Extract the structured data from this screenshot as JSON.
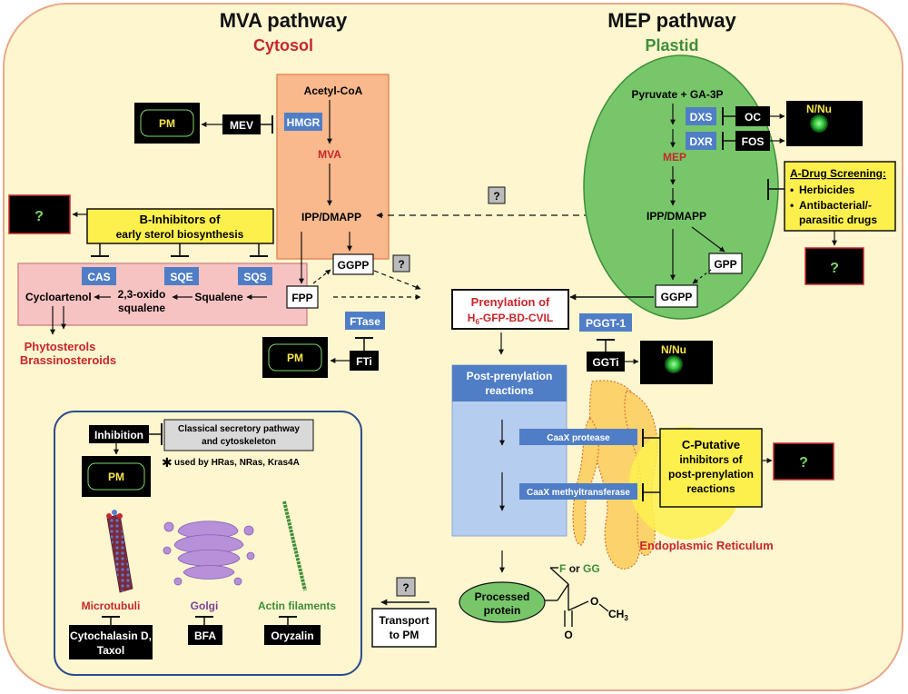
{
  "colors": {
    "cell": "#fdf6cf",
    "cytosol_box": "#f9b98c",
    "plastid": "#77c76a",
    "sterol_box": "#f7c2c2",
    "enzyme": "#4f7ec6",
    "callout": "#fdf04d",
    "red_text": "#c8262b",
    "green_text": "#3e8e3a",
    "purple_text": "#7a3f9a"
  },
  "headers": {
    "mva": "MVA pathway",
    "cytosol": "Cytosol",
    "mep": "MEP pathway",
    "plastid": "Plastid"
  },
  "mva": {
    "acetyl_coa": "Acetyl-CoA",
    "hmgr": "HMGR",
    "mva": "MVA",
    "ipp_dmapp": "IPP/DMAPP",
    "mev": "MEV",
    "pm": "PM"
  },
  "sterol": {
    "unknown": "?",
    "inhibitors_title_1": "B-Inhibitors of",
    "inhibitors_title_2": "early sterol biosynthesis",
    "cas": "CAS",
    "sqe": "SQE",
    "sqs": "SQS",
    "cycloartenol": "Cycloartenol",
    "oxido_1": "2,3-oxido",
    "oxido_2": "squalene",
    "squalene": "Squalene",
    "phytosterols": "Phytosterols",
    "brassinosteroids": "Brassinosteroids"
  },
  "prenyl": {
    "ggpp": "GGPP",
    "fpp": "FPP",
    "q_small": "?",
    "q_center": "?",
    "ftase": "FTase",
    "fti": "FTi",
    "pm": "PM",
    "prenylation_1": "Prenylation of",
    "prenylation_2a": "H",
    "prenylation_sub": "6",
    "prenylation_2b": "-GFP-BD-CVIL",
    "pggt": "PGGT-1",
    "ggti": "GGTi",
    "n_nu": "N/Nu"
  },
  "mep": {
    "pyruvate": "Pyruvate + GA-3P",
    "dxs": "DXS",
    "dxr": "DXR",
    "oc": "OC",
    "fos": "FOS",
    "n_nu": "N/Nu",
    "mep": "MEP",
    "ipp_dmapp": "IPP/DMAPP",
    "gpp": "GPP",
    "ggpp": "GGPP"
  },
  "drug": {
    "title": "A-Drug Screening:",
    "item1": "Herbicides",
    "item2a": "Antibacterial/-",
    "item2b": "parasitic drugs",
    "unknown": "?"
  },
  "post": {
    "title_1": "Post-prenylation",
    "title_2": "reactions",
    "caax_protease": "CaaX protease",
    "caax_mt": "CaaX methyltransferase",
    "inhib_1": "C-Putative",
    "inhib_2": "inhibitors of",
    "inhib_3": "post-prenylation",
    "inhib_4": "reactions",
    "unknown": "?",
    "er": "Endoplasmic Reticulum",
    "processed_1": "Processed",
    "processed_2": "protein",
    "f": "F",
    "or": "or",
    "gg": "GG",
    "o": "O",
    "ch3": "CH",
    "ch3_sub": "3",
    "q": "?",
    "transport_1": "Transport",
    "transport_2": "to PM"
  },
  "panel": {
    "inhibition": "Inhibition",
    "classical_1": "Classical secretory pathway",
    "classical_2": "and cytoskeleton",
    "note": "used by HRas, NRas, Kras4A",
    "pm": "PM",
    "microtubuli": "Microtubuli",
    "golgi": "Golgi",
    "actin": "Actin filaments",
    "cyto_1": "Cytochalasin D,",
    "cyto_2": "Taxol",
    "bfa": "BFA",
    "oryzalin": "Oryzalin"
  }
}
